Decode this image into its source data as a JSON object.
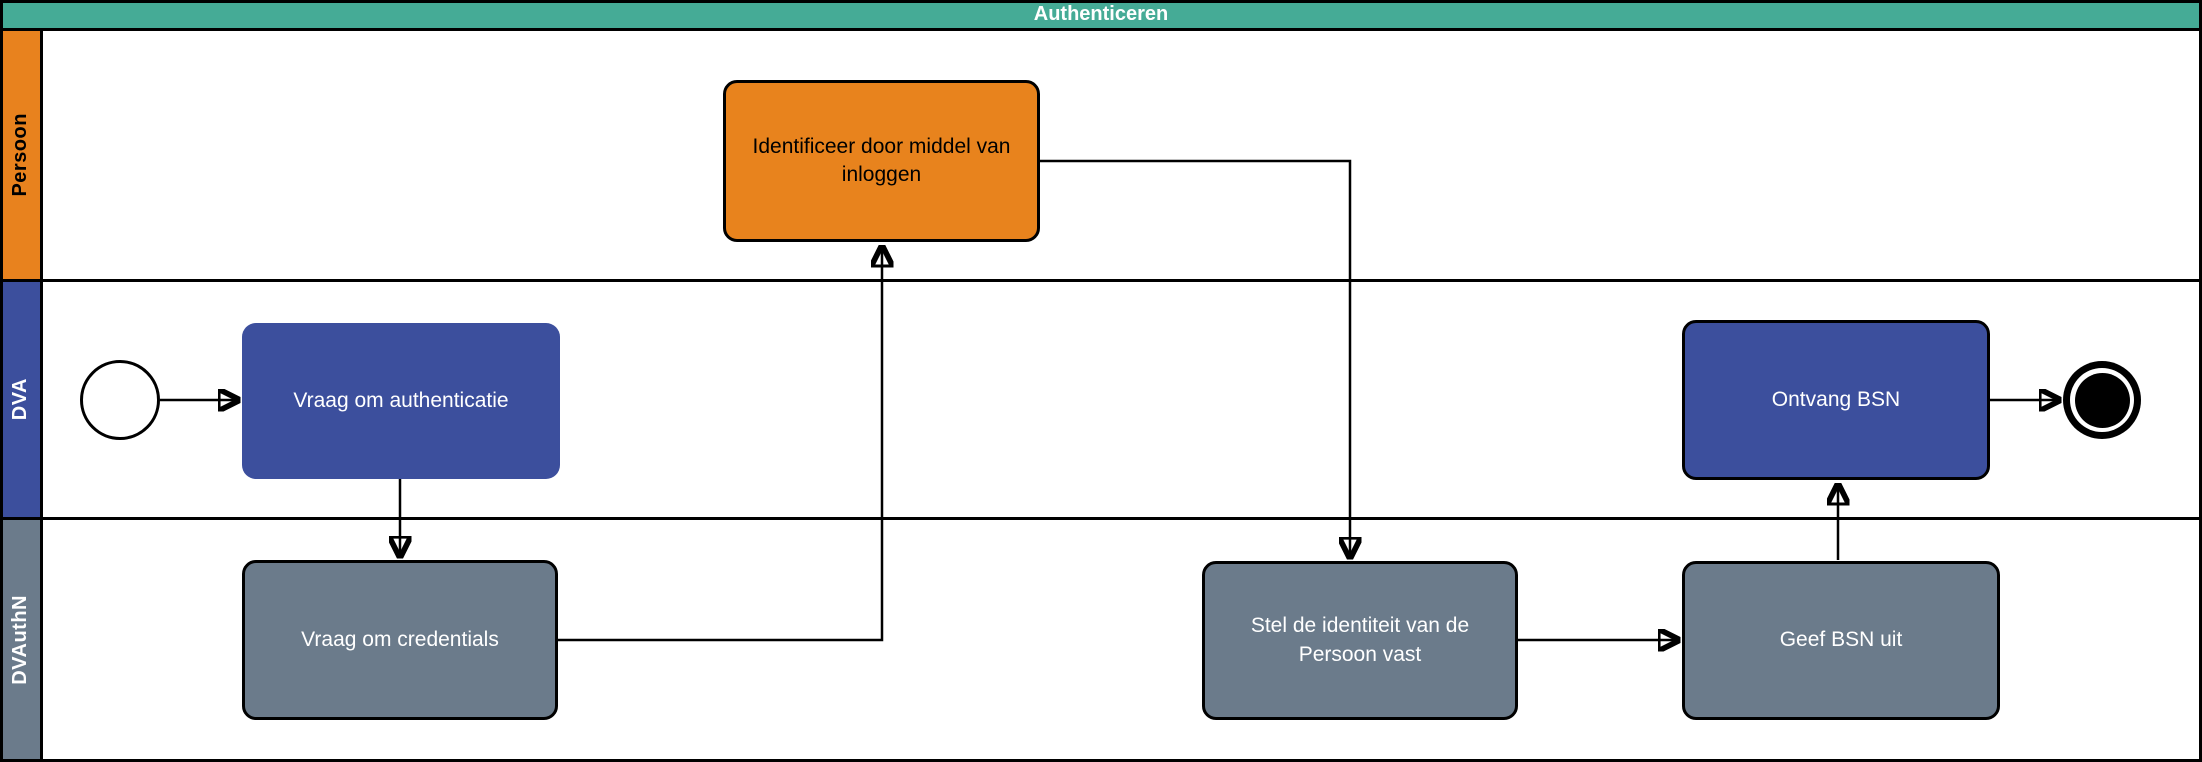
{
  "diagram": {
    "type": "bpmn-swimlane",
    "title": "Authenticeren",
    "lanes": [
      {
        "label": "Persoon",
        "color": "#E8821E",
        "text_color": "#000000"
      },
      {
        "label": "DVA",
        "color": "#3C4F9D",
        "text_color": "#FFFFFF"
      },
      {
        "label": "DVAuthN",
        "color": "#6B7B8B",
        "text_color": "#FFFFFF"
      }
    ],
    "events": {
      "start": {
        "type": "start-event",
        "lane": "DVA"
      },
      "end": {
        "type": "end-event",
        "lane": "DVA"
      }
    },
    "tasks": {
      "identificeer_inloggen": {
        "label": "Identificeer door middel van inloggen",
        "lane": "Persoon",
        "color": "#E8831D"
      },
      "vraag_om_authenticatie": {
        "label": "Vraag om authenticatie",
        "lane": "DVA",
        "color": "#3C4F9D"
      },
      "ontvang_bsn": {
        "label": "Ontvang BSN",
        "lane": "DVA",
        "color": "#3C4F9D"
      },
      "vraag_om_credentials": {
        "label": "Vraag om credentials",
        "lane": "DVAuthN",
        "color": "#6B7B8B"
      },
      "stel_identiteit_vast": {
        "label": "Stel de identiteit van de Persoon vast",
        "lane": "DVAuthN",
        "color": "#6B7B8B"
      },
      "geef_bsn_uit": {
        "label": "Geef BSN uit",
        "lane": "DVAuthN",
        "color": "#6B7B8B"
      }
    },
    "flows": [
      {
        "from": "start-event",
        "to": "vraag_om_authenticatie"
      },
      {
        "from": "vraag_om_authenticatie",
        "to": "vraag_om_credentials"
      },
      {
        "from": "vraag_om_credentials",
        "to": "identificeer_inloggen"
      },
      {
        "from": "identificeer_inloggen",
        "to": "stel_identiteit_vast"
      },
      {
        "from": "stel_identiteit_vast",
        "to": "geef_bsn_uit"
      },
      {
        "from": "geef_bsn_uit",
        "to": "ontvang_bsn"
      },
      {
        "from": "ontvang_bsn",
        "to": "end-event"
      }
    ],
    "colors": {
      "header": "#45AB96",
      "border": "#000000",
      "background": "#FFFFFF"
    }
  }
}
